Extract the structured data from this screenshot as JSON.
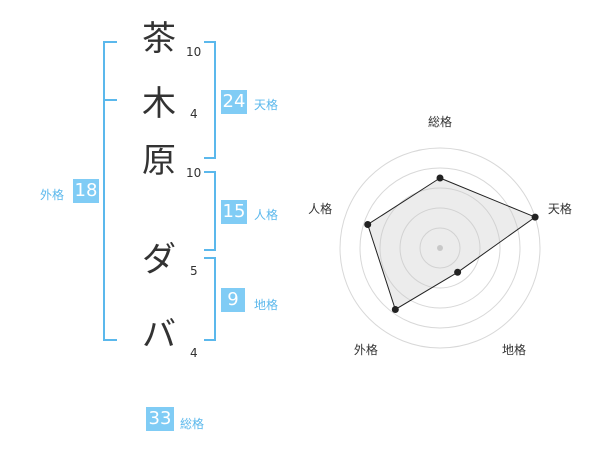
{
  "name": {
    "chars": [
      {
        "char": "茶",
        "strokes": "10"
      },
      {
        "char": "木",
        "strokes": "4"
      },
      {
        "char": "原",
        "strokes": "10"
      },
      {
        "char": "ダ",
        "strokes": "5"
      },
      {
        "char": "バ",
        "strokes": "4"
      }
    ]
  },
  "fortune": {
    "tenkaku": {
      "value": "24",
      "label": "天格"
    },
    "jinkaku": {
      "value": "15",
      "label": "人格"
    },
    "chikaku": {
      "value": "9",
      "label": "地格"
    },
    "gaikaku": {
      "value": "18",
      "label": "外格"
    },
    "soukaku": {
      "value": "33",
      "label": "総格"
    }
  },
  "chart_data": {
    "type": "radar",
    "axes": [
      "総格",
      "天格",
      "地格",
      "外格",
      "人格"
    ],
    "values": [
      3.5,
      5,
      1.5,
      3.8,
      3.8
    ],
    "max": 5,
    "grid_rings": 5
  }
}
